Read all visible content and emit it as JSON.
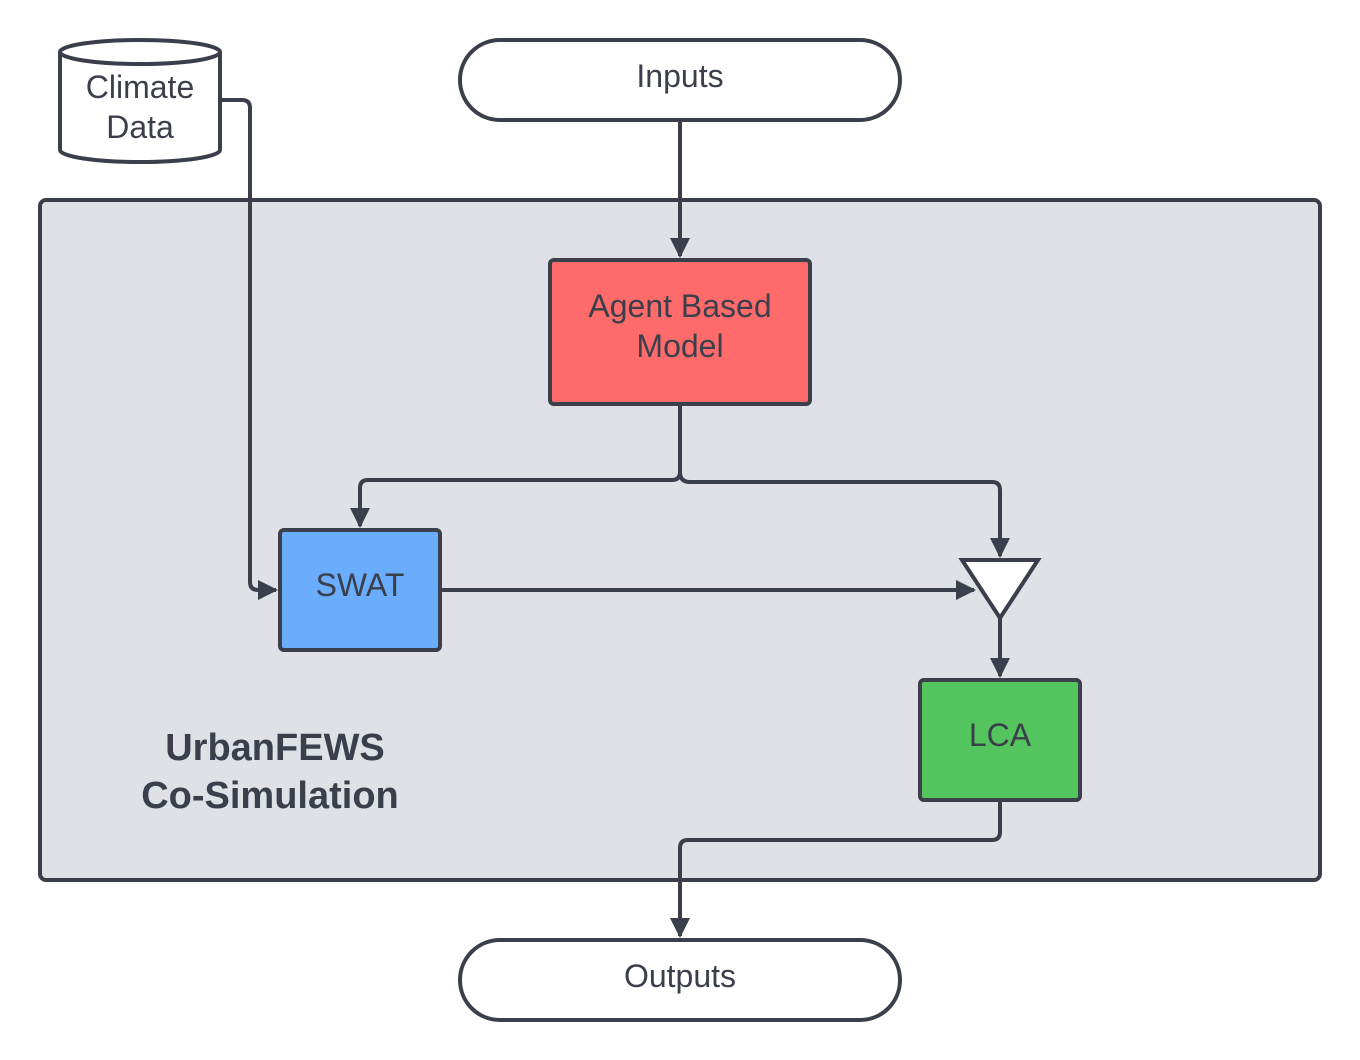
{
  "colors": {
    "stroke": "#3a3f4b",
    "container_fill": "#dfe1e6",
    "agent_fill": "#ff6b6b",
    "swat_fill": "#6aadfd",
    "lca_fill": "#54c45e",
    "terminal_fill": "#ffffff"
  },
  "nodes": {
    "climate_data": {
      "line1": "Climate",
      "line2": "Data"
    },
    "inputs": {
      "label": "Inputs"
    },
    "agent_model": {
      "line1": "Agent Based",
      "line2": "Model"
    },
    "swat": {
      "label": "SWAT"
    },
    "lca": {
      "label": "LCA"
    },
    "outputs": {
      "label": "Outputs"
    }
  },
  "container": {
    "line1": "UrbanFEWS",
    "line2": "Co-Simulation"
  },
  "merge_symbol": "triangle-merge"
}
